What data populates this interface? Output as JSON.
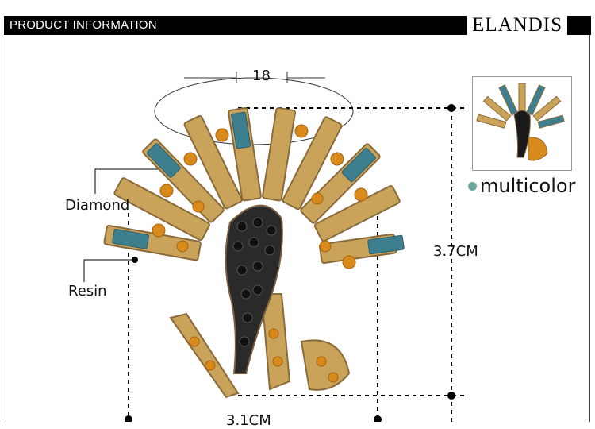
{
  "header": {
    "title": "PRODUCT INFORMATION",
    "brand": "ELANDIS"
  },
  "dimensions": {
    "ring_size": "18",
    "height": "3.7CM",
    "width": "3.1CM"
  },
  "materials": {
    "diamond": "Diamond",
    "resin": "Resin"
  },
  "color_option": {
    "label": "multicolor",
    "dot_color": "#6aa79a"
  },
  "colors": {
    "gold": "#c9a35a",
    "amber_crystal": "#d88a1a",
    "teal_resin": "#3d7f8f",
    "black_crystal": "#1a1a1a"
  }
}
